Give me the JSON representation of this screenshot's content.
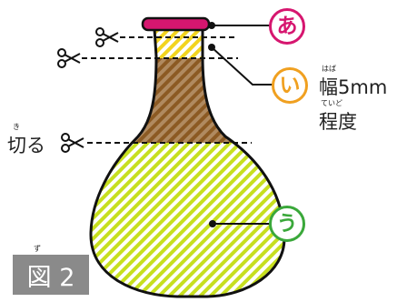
{
  "labels": {
    "a": "あ",
    "i": "い",
    "u": "う"
  },
  "width_note": {
    "line1": "幅5mm",
    "line2": "程度",
    "furigana_haba": "はば",
    "furigana_teido": "ていど"
  },
  "cut": {
    "label": "切る",
    "furigana_ki": "き"
  },
  "figure": {
    "label": "図 2",
    "furigana_zu": "ず"
  },
  "colors": {
    "cap": "#d6166f",
    "neck_top": "#f2d41f",
    "neck_body": "#8c5a23",
    "bulb": "#c7df1f",
    "label_a": "#d6166f",
    "label_i": "#f0a020",
    "label_u": "#3aa83a"
  },
  "icons": {
    "scissors": "scissors-icon"
  }
}
